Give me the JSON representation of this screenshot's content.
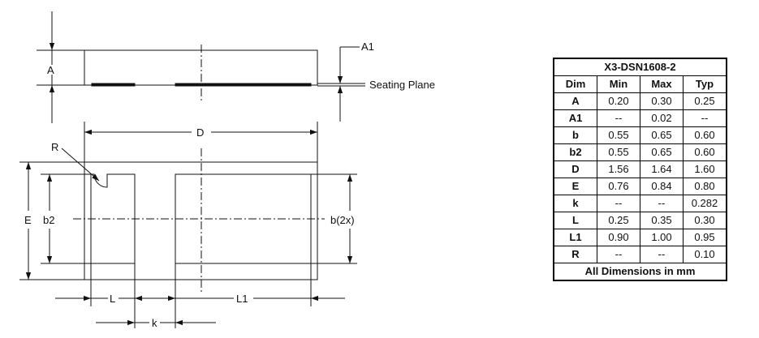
{
  "labels": {
    "A": "A",
    "A1": "A1",
    "seating_plane": "Seating Plane",
    "D": "D",
    "R": "R",
    "E": "E",
    "b2": "b2",
    "b2x": "b(2x)",
    "L": "L",
    "L1": "L1",
    "k": "k"
  },
  "table": {
    "title": "X3-DSN1608-2",
    "headers": [
      "Dim",
      "Min",
      "Max",
      "Typ"
    ],
    "rows": [
      {
        "dim": "A",
        "min": "0.20",
        "max": "0.30",
        "typ": "0.25"
      },
      {
        "dim": "A1",
        "min": "--",
        "max": "0.02",
        "typ": "--"
      },
      {
        "dim": "b",
        "min": "0.55",
        "max": "0.65",
        "typ": "0.60"
      },
      {
        "dim": "b2",
        "min": "0.55",
        "max": "0.65",
        "typ": "0.60"
      },
      {
        "dim": "D",
        "min": "1.56",
        "max": "1.64",
        "typ": "1.60"
      },
      {
        "dim": "E",
        "min": "0.76",
        "max": "0.84",
        "typ": "0.80"
      },
      {
        "dim": "k",
        "min": "--",
        "max": "--",
        "typ": "0.282"
      },
      {
        "dim": "L",
        "min": "0.25",
        "max": "0.35",
        "typ": "0.30"
      },
      {
        "dim": "L1",
        "min": "0.90",
        "max": "1.00",
        "typ": "0.95"
      },
      {
        "dim": "R",
        "min": "--",
        "max": "--",
        "typ": "0.10"
      }
    ],
    "footer": "All Dimensions in mm"
  }
}
